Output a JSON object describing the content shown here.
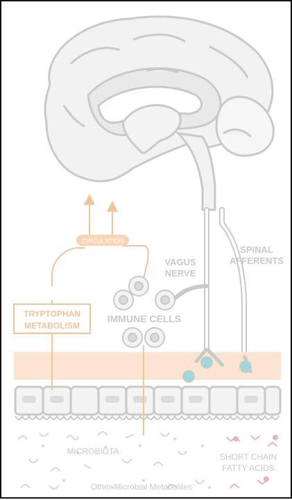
{
  "labels": {
    "circulation": "CIRCULATION",
    "vagus_nerve": [
      "VAGUS",
      "NERVE"
    ],
    "spinal_afferents": [
      "SPINAL",
      "AFFERENTS"
    ],
    "tryptophan_metabolism": [
      "TRYPTOPHAN",
      "METABOLISM"
    ],
    "immune_cells": "IMMUNE CELLS",
    "microbiota": "MICROBIOTA",
    "short_chain_fatty_acids": [
      "SHORT CHAIN",
      "FATTY ACIDS"
    ],
    "other_microbial_metabolites": "Other Microbial Metabolites"
  },
  "colors": {
    "frame": "#111111",
    "outline": "#c8c8c8",
    "fill": "#f1f1f1",
    "orange": "#f6c9a2",
    "orange_band": "#fbe5d2",
    "teal": "#9fd8dc",
    "text_gray": "#c9c9c9",
    "pink": "#e9b8c8"
  }
}
